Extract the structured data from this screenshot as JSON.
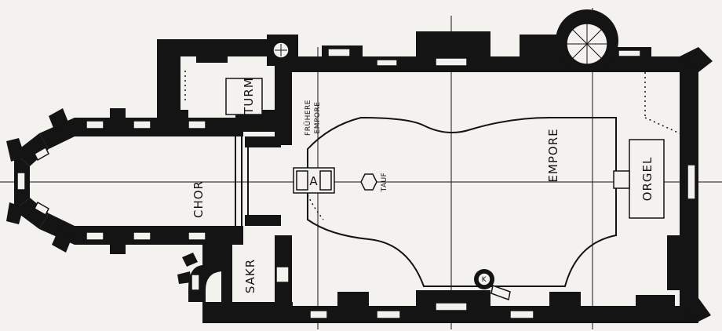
{
  "plan": {
    "labels": {
      "chor": "CHOR",
      "turm": "TURM",
      "sakr": "SAKR",
      "fruehere_empore_1": "FRÜHERE",
      "fruehere_empore_2": "EMPORE",
      "taufe": "TAUF",
      "altar": "A",
      "empore": "EMPORE",
      "orgel": "ORGEL",
      "kanzel": "K"
    }
  }
}
